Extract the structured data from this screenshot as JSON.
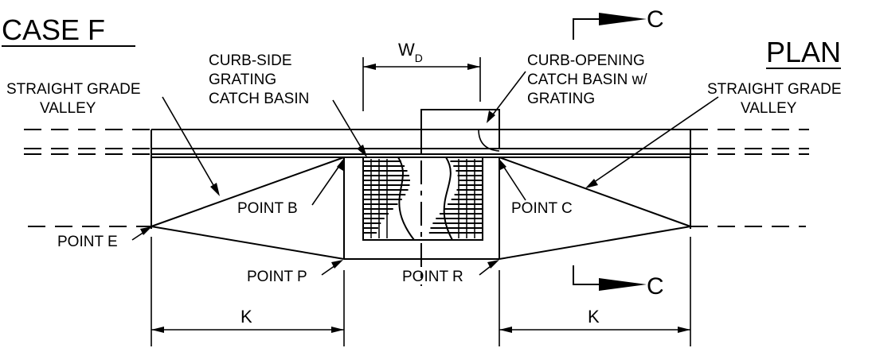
{
  "title": "CASE F",
  "view_label": "PLAN",
  "section_marker": "C",
  "labels": {
    "left_valley": [
      "STRAIGHT GRADE",
      "VALLEY"
    ],
    "right_valley": [
      "STRAIGHT GRADE",
      "VALLEY"
    ],
    "curb_side": [
      "CURB-SIDE",
      "GRATING",
      "CATCH BASIN"
    ],
    "curb_opening": [
      "CURB-OPENING",
      "CATCH BASIN w/",
      "GRATING"
    ],
    "point_b": "POINT B",
    "point_c": "POINT C",
    "point_e": "POINT E",
    "point_p": "POINT P",
    "point_r": "POINT R"
  },
  "dimensions": {
    "wd_main": "W",
    "wd_sub": "D",
    "k_left": "K",
    "k_right": "K"
  }
}
